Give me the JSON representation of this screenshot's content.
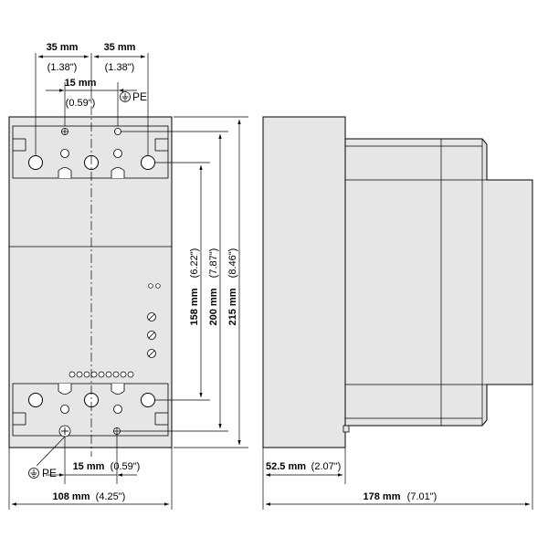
{
  "colors": {
    "body": "#e6e6e6",
    "stroke": "#000000",
    "background": "#ffffff"
  },
  "dims": {
    "top_left_spacing": {
      "mm": "35 mm",
      "inch": "(1.38\")"
    },
    "top_right_spacing": {
      "mm": "35 mm",
      "inch": "(1.38\")"
    },
    "top_pe_offset": {
      "mm": "15 mm",
      "inch": "(0.59\")"
    },
    "top_pe_label": "PE",
    "bottom_pe_label": "PE",
    "bottom_pe_offset": {
      "mm": "15 mm",
      "inch": "(0.59\")"
    },
    "width": {
      "mm": "108 mm",
      "inch": "(4.25\")"
    },
    "height_158": {
      "mm": "158 mm",
      "inch": "(6.22\")"
    },
    "height_200": {
      "mm": "200 mm",
      "inch": "(7.87\")"
    },
    "height_215": {
      "mm": "215 mm",
      "inch": "(8.46\")"
    },
    "side_depth_front": {
      "mm": "52.5 mm",
      "inch": "(2.07\")"
    },
    "side_depth_total": {
      "mm": "178 mm",
      "inch": "(7.01\")"
    }
  },
  "icons": {
    "ground": "earth-ground-icon",
    "screw": "screw-head-icon"
  }
}
